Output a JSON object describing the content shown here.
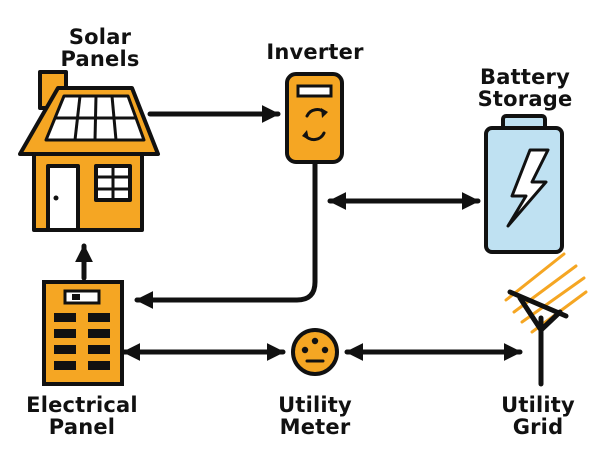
{
  "colors": {
    "orange": "#F5A623",
    "stroke": "#111111",
    "battery_fill": "#BFE1F2",
    "window_fill": "#FFFFFF",
    "background": "#FFFFFF"
  },
  "nodes": {
    "solar_panels": {
      "label_line1": "Solar",
      "label_line2": "Panels",
      "icon": "house-solar-icon"
    },
    "inverter": {
      "label": "Inverter",
      "icon": "inverter-icon"
    },
    "battery_storage": {
      "label_line1": "Battery",
      "label_line2": "Storage",
      "icon": "battery-icon"
    },
    "electrical_panel": {
      "label_line1": "Electrical",
      "label_line2": "Panel",
      "icon": "breaker-panel-icon"
    },
    "utility_meter": {
      "label_line1": "Utility",
      "label_line2": "Meter",
      "icon": "meter-icon"
    },
    "utility_grid": {
      "label_line1": "Utility",
      "label_line2": "Grid",
      "icon": "power-pole-icon"
    }
  },
  "connections": [
    {
      "from": "solar_panels",
      "to": "inverter",
      "direction": "one-way"
    },
    {
      "from": "inverter",
      "to": "battery_storage",
      "direction": "two-way"
    },
    {
      "from": "inverter",
      "to": "electrical_panel",
      "direction": "one-way"
    },
    {
      "from": "electrical_panel",
      "to": "solar_panels",
      "direction": "one-way"
    },
    {
      "from": "electrical_panel",
      "to": "utility_meter",
      "direction": "two-way"
    },
    {
      "from": "utility_meter",
      "to": "utility_grid",
      "direction": "two-way"
    }
  ]
}
